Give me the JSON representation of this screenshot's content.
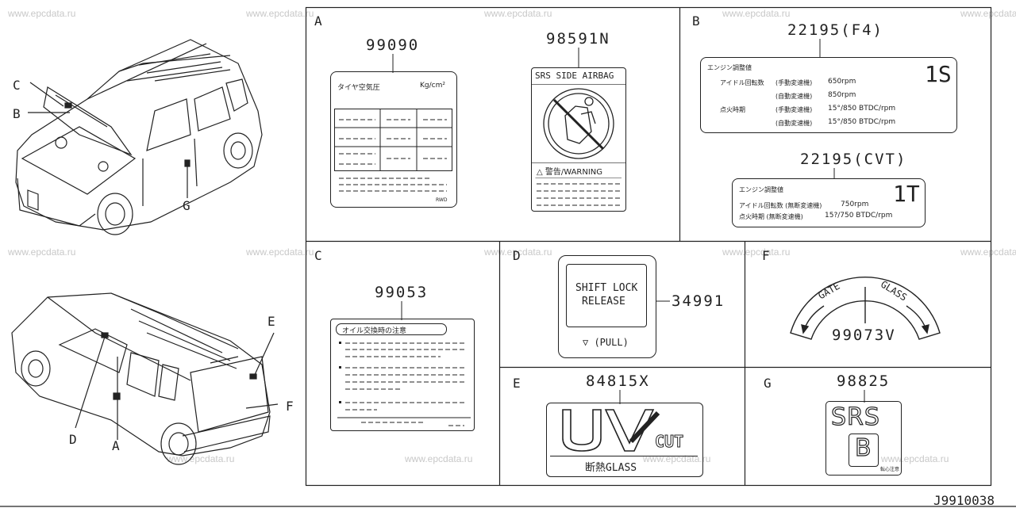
{
  "watermark": "www.epcdata.ru",
  "figure_code": "J9910038",
  "callouts": [
    "C",
    "B",
    "G",
    "E",
    "F",
    "D",
    "A"
  ],
  "panels": {
    "A": {
      "letter": "A",
      "label1": {
        "part_no": "99090",
        "title": "タイヤ空気圧",
        "unit": "Kg/cm²",
        "footer": "RWD"
      },
      "label2": {
        "part_no": "98591N",
        "header": "SRS SIDE AIRBAG",
        "warning": "△ 警告/WARNING"
      }
    },
    "B": {
      "letter": "B",
      "f4": {
        "part_no": "22195(F4)",
        "title": "エンジン調整値",
        "code": "1S",
        "rows": [
          {
            "a": "アイドル回転数",
            "b": "(手動変速機)",
            "v": "650rpm"
          },
          {
            "a": "",
            "b": "(自動変速機)",
            "v": "850rpm"
          },
          {
            "a": "点火時期",
            "b": "(手動変速機)",
            "v": "15°/850 BTDC/rpm"
          },
          {
            "a": "",
            "b": "(自動変速機)",
            "v": "15°/850 BTDC/rpm"
          }
        ]
      },
      "cvt": {
        "part_no": "22195(CVT)",
        "title": "エンジン調整値",
        "code": "1T",
        "rows": [
          {
            "a": "アイドル回転数 (無断変速機)",
            "v": "750rpm"
          },
          {
            "a": "点火時期 (無断変速機)",
            "v": "15?/750 BTDC/rpm"
          }
        ]
      }
    },
    "C": {
      "letter": "C",
      "part_no": "99053",
      "title": "オイル交換時の注意"
    },
    "D": {
      "letter": "D",
      "part_no": "34991",
      "line1": "SHIFT LOCK",
      "line2": "RELEASE",
      "pull": "▽ (PULL)"
    },
    "E": {
      "letter": "E",
      "part_no": "84815X",
      "uv": "UV",
      "cut": "CUT",
      "glass": "断熱GLASS"
    },
    "F": {
      "letter": "F",
      "part_no": "99073V",
      "gate": "GATE",
      "glass": "GLASS"
    },
    "G": {
      "letter": "G",
      "part_no": "98825",
      "srs": "SRS",
      "b": "B",
      "note": "転心注意"
    }
  }
}
